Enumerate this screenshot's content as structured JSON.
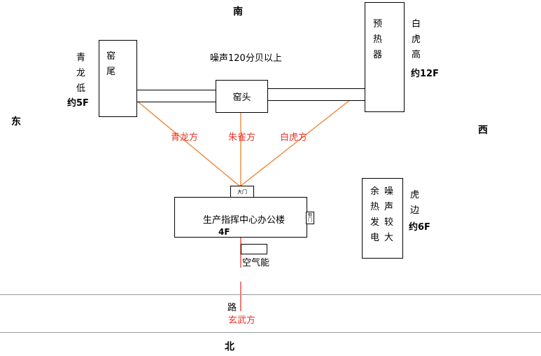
{
  "directions": {
    "south": "南",
    "north": "北",
    "east": "东",
    "west": "西"
  },
  "kiln_tail": {
    "chars": [
      "窑",
      "尾"
    ]
  },
  "kiln_head": {
    "label": "窑头"
  },
  "preheater": {
    "chars": [
      "预",
      "热",
      "器"
    ]
  },
  "noise_note": "噪声120分贝以上",
  "qinglong_side": {
    "chars": [
      "青",
      "龙",
      "低"
    ],
    "height": "约5F"
  },
  "baihu_side": {
    "chars": [
      "白",
      "虎",
      "高"
    ],
    "height": "约12F"
  },
  "sight_lines": {
    "qinglong": "青龙方",
    "zhuque": "朱雀方",
    "baihu": "白虎方",
    "xuanwu": "玄武方"
  },
  "office": {
    "name": "生产指挥中心办公楼",
    "floors": "4F",
    "main_door": "大门",
    "side_door": [
      "侧",
      "门"
    ]
  },
  "air_energy": "空气能",
  "road": "路",
  "waste_heat": {
    "col1": [
      "余",
      "热",
      "发",
      "电"
    ],
    "col2": [
      "噪",
      "声",
      "较",
      "大"
    ]
  },
  "tiger_side": {
    "chars": [
      "虎",
      "边"
    ],
    "height": "约6F"
  },
  "colors": {
    "line_orange": "#f0802a",
    "line_red": "#e8332a",
    "road_gray": "#9a9a9a"
  }
}
